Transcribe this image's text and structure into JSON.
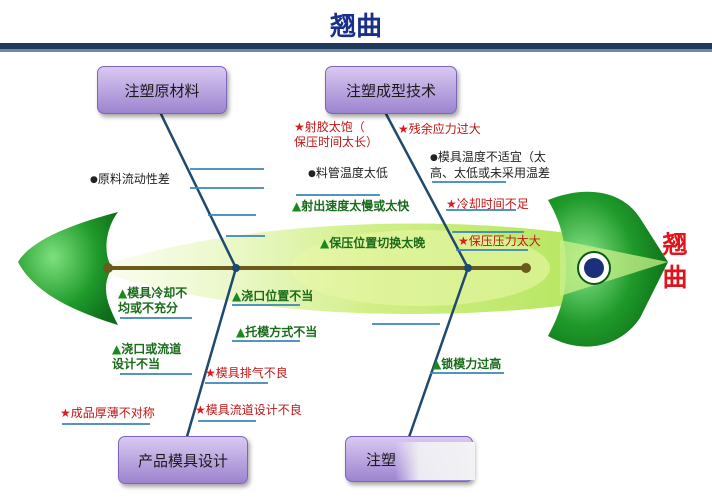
{
  "title": "翘曲",
  "head_label": "翘曲",
  "categories": {
    "material": "注塑原材料",
    "process": "注塑成型技术",
    "mold": "产品模具设计",
    "machine": "注塑"
  },
  "causes": {
    "material_flow": "原料流动性差",
    "shot_speed_long": "射胶太饱（\n保压时间太长）",
    "residual_stress": "残余应力过大",
    "mold_temp": "模具温度不适宜（太\n高、太低或未采用温差",
    "barrel_temp": "料管温度太低",
    "injection_speed": "射出速度太慢或太快",
    "cooling_time": "冷却时间不足",
    "hold_switch": "保压位置切换太晚",
    "hold_pressure": "保压压力太大",
    "mold_cooling": "模具冷却不\n均或不充分",
    "gate_position": "浇口位置不当",
    "ejection": "托模方式不当",
    "gate_runner": "浇口或流道\n设计不当",
    "venting": "模具排气不良",
    "runner_design": "模具流道设计不良",
    "wall_thickness": "成品厚薄不对称",
    "clamp_force": "锁模力过高"
  }
}
